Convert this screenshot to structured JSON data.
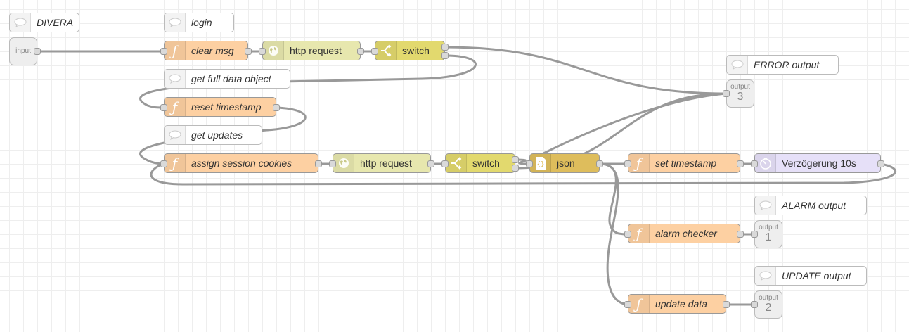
{
  "flow": {
    "comments": [
      {
        "id": "c-divera",
        "label": "DIVERA"
      },
      {
        "id": "c-login",
        "label": "login"
      },
      {
        "id": "c-getfull",
        "label": "get full data object"
      },
      {
        "id": "c-getupdates",
        "label": "get updates"
      },
      {
        "id": "c-error",
        "label": "ERROR output"
      },
      {
        "id": "c-alarm",
        "label": "ALARM output"
      },
      {
        "id": "c-update",
        "label": "UPDATE output"
      }
    ],
    "nodes": {
      "clear_msg": {
        "label": "clear msg",
        "type": "function"
      },
      "http1": {
        "label": "http request",
        "type": "http request"
      },
      "switch1": {
        "label": "switch",
        "type": "switch"
      },
      "reset_ts": {
        "label": "reset timestamp",
        "type": "function"
      },
      "assign_cookies": {
        "label": "assign session cookies",
        "type": "function"
      },
      "http2": {
        "label": "http request",
        "type": "http request"
      },
      "switch2": {
        "label": "switch",
        "type": "switch"
      },
      "json": {
        "label": "json",
        "type": "json"
      },
      "set_ts": {
        "label": "set timestamp",
        "type": "function"
      },
      "delay": {
        "label": "Verzögerung 10s",
        "type": "delay"
      },
      "alarm_checker": {
        "label": "alarm checker",
        "type": "function"
      },
      "update_data": {
        "label": "update data",
        "type": "function"
      }
    },
    "io": {
      "input": {
        "label": "input"
      },
      "out1": {
        "label": "output",
        "number": "1"
      },
      "out2": {
        "label": "output",
        "number": "2"
      },
      "out3": {
        "label": "output",
        "number": "3"
      }
    },
    "colors": {
      "function": "#fdd0a2",
      "http": "#e7e7ae",
      "switch": "#e2d96e",
      "json": "#debd5c",
      "delay": "#e6e0f8",
      "wire": "#999999"
    }
  }
}
